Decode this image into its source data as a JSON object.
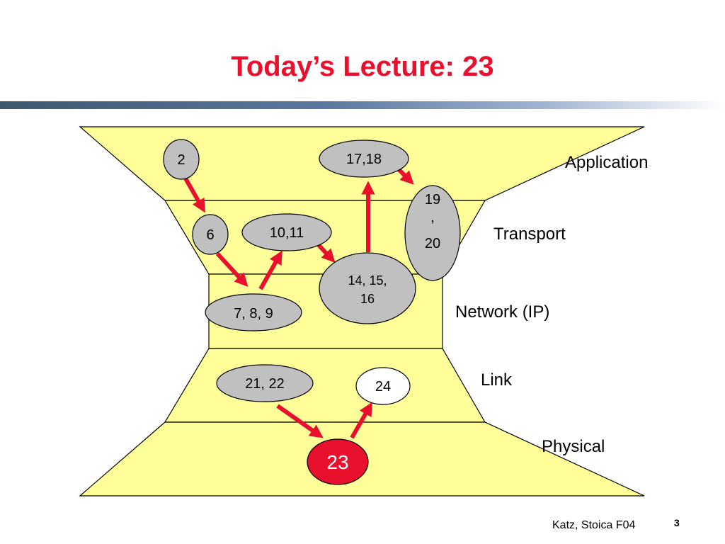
{
  "slide": {
    "title": "Today’s Lecture: 23",
    "footer": "Katz, Stoica F04",
    "page_number": "3"
  },
  "layers": [
    "Application",
    "Transport",
    "Network (IP)",
    "Link",
    "Physical"
  ],
  "nodes": {
    "n2": "2",
    "n17_18": "17,18",
    "n6": "6",
    "n10_11": "10,11",
    "n19_20": [
      "19",
      ",",
      "20"
    ],
    "n14_15_16": [
      "14, 15,",
      "16"
    ],
    "n7_8_9": "7, 8, 9",
    "n21_22": "21, 22",
    "n24": "24",
    "n23": "23"
  },
  "colors": {
    "title": "#e8102c",
    "layer_fill": "#ffff99",
    "node_fill": "#c0c0c0",
    "highlight_node": "#e8102c",
    "arrow": "#e8102c"
  }
}
